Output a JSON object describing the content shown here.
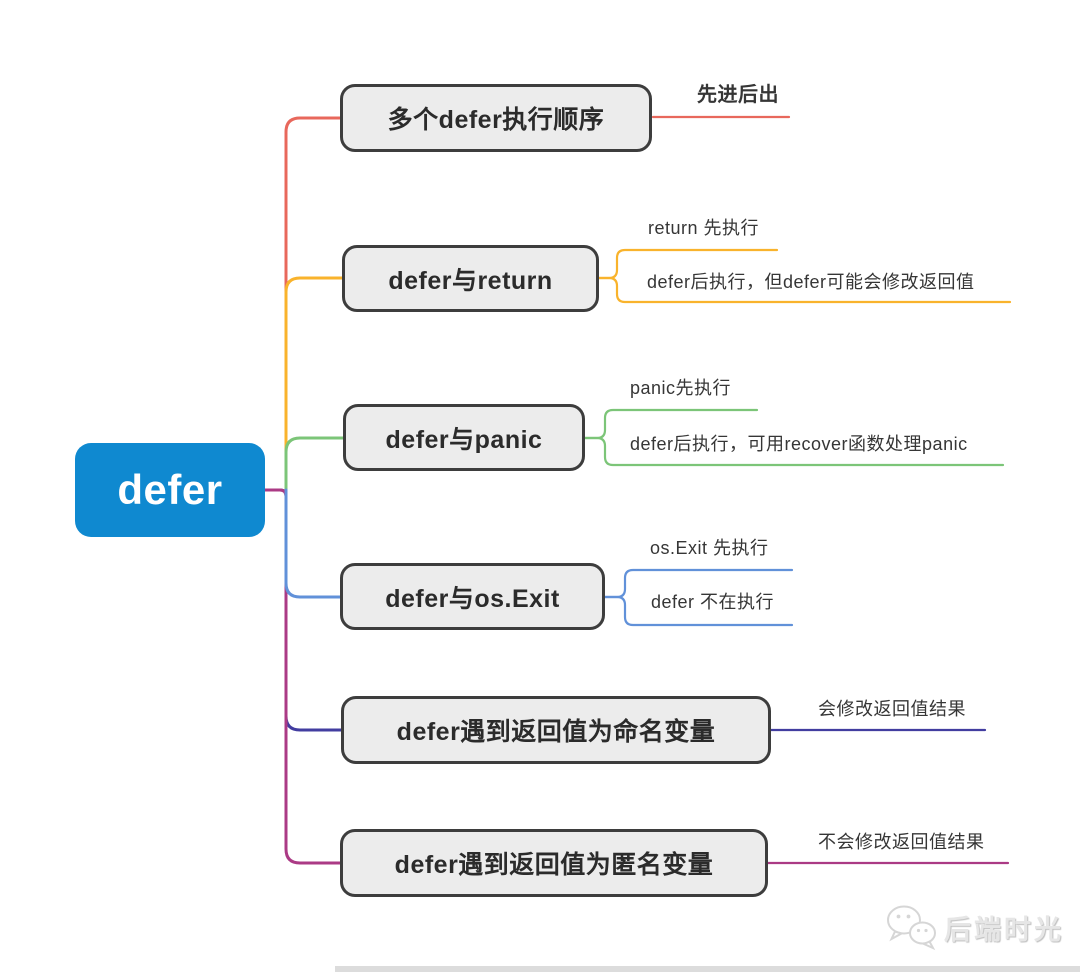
{
  "root": {
    "label": "defer",
    "color": "#0f89d0"
  },
  "branches": [
    {
      "label": "多个defer执行顺序",
      "color": "#e8685c",
      "leaves": [
        "先进后出"
      ]
    },
    {
      "label": "defer与return",
      "color": "#f9b32c",
      "leaves": [
        "return 先执行",
        "defer后执行，但defer可能会修改返回值"
      ]
    },
    {
      "label": "defer与panic",
      "color": "#7cc578",
      "leaves": [
        "panic先执行",
        "defer后执行，可用recover函数处理panic"
      ]
    },
    {
      "label": "defer与os.Exit",
      "color": "#6191d9",
      "leaves": [
        "os.Exit 先执行",
        "defer 不在执行"
      ]
    },
    {
      "label": "defer遇到返回值为命名变量",
      "color": "#423da0",
      "leaves": [
        "会修改返回值结果"
      ]
    },
    {
      "label": "defer遇到返回值为匿名变量",
      "color": "#ab3a85",
      "leaves": [
        "不会修改返回值结果"
      ]
    }
  ],
  "node_style": {
    "box_fill": "#ececec",
    "box_border": "#3d3d3d"
  },
  "watermark": {
    "label": "后端时光",
    "icon": "wechat-logo"
  }
}
